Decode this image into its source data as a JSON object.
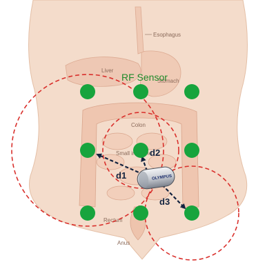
{
  "diagram": {
    "title": "RF Sensor",
    "organs": {
      "esophagus": "Esophagus",
      "liver": "Liver",
      "stomach": "Stomach",
      "colon": "Colon",
      "small_intestine": "Small intestine",
      "rectum": "Rectum",
      "anus": "Anus"
    },
    "distances": {
      "d1": "d1",
      "d2": "d2",
      "d3": "d3"
    },
    "capsule_brand": "OLYMPUS",
    "colors": {
      "sensor": "#17a43d",
      "range_circle": "#d9302c",
      "distance_arrow": "#13233f",
      "title": "#1f8a2a",
      "skin": "#f2d6c3"
    }
  }
}
